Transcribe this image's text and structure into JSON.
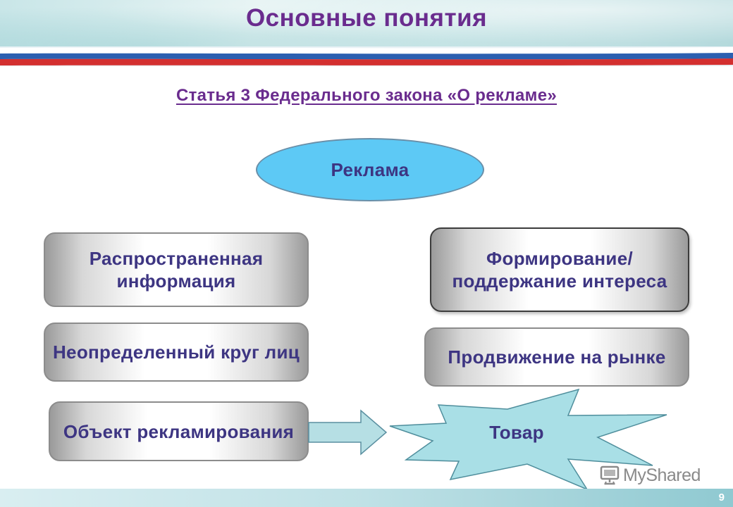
{
  "slide": {
    "title": "Основные понятия",
    "subtitle": "Статья 3 Федерального закона «О рекламе»",
    "page_number": "9"
  },
  "diagram": {
    "center": "Реклама",
    "left": [
      "Распространенная информация",
      "Неопределенный круг лиц",
      "Объект рекламирования"
    ],
    "right": [
      "Формирование/ поддержание интереса",
      "Продвижение на рынке"
    ],
    "target": "Товар"
  },
  "colors": {
    "title": "#6a2c8e",
    "box_text": "#3d3582",
    "ellipse_fill": "#5dc9f5",
    "star_fill": "#a9dfe6",
    "arrow_fill": "#b6dfe4",
    "stripe_white": "#ffffff",
    "stripe_blue": "#2b5fb0",
    "stripe_red": "#d32f2f"
  },
  "logo": {
    "text": "MyShared",
    "icon": "projector-screen-icon"
  }
}
